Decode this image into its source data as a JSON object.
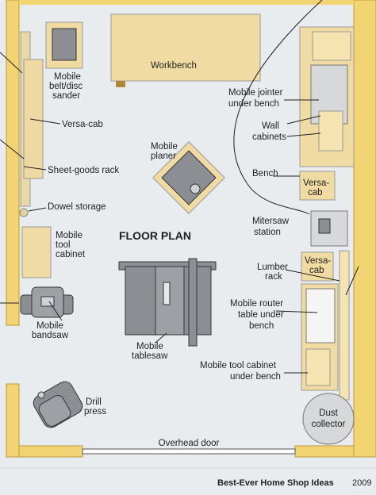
{
  "title": "FLOOR PLAN",
  "footer": {
    "book": "Best-Ever Home Shop Ideas",
    "page": "2009"
  },
  "labels": {
    "workbench": "Workbench",
    "sander_1": "Mobile",
    "sander_2": "belt/disc",
    "sander_3": "sander",
    "versacab_left": "Versa-cab",
    "sheet_goods": "Sheet-goods rack",
    "planer_1": "Mobile",
    "planer_2": "planer",
    "dowel": "Dowel storage",
    "tool_cab_1": "Mobile",
    "tool_cab_2": "tool",
    "tool_cab_3": "cabinet",
    "bandsaw_1": "Mobile",
    "bandsaw_2": "bandsaw",
    "tablesaw_1": "Mobile",
    "tablesaw_2": "tablesaw",
    "drill_1": "Drill",
    "drill_2": "press",
    "overhead_door": "Overhead door",
    "jointer_1": "Mobile jointer",
    "jointer_2": "under bench",
    "wall_cab_1": "Wall",
    "wall_cab_2": "cabinets",
    "bench": "Bench",
    "versacab_r1_1": "Versa-",
    "versacab_r1_2": "cab",
    "mitersaw_1": "Mitersaw",
    "mitersaw_2": "station",
    "lumber_1": "Lumber",
    "lumber_2": "rack",
    "versacab_r2_1": "Versa-",
    "versacab_r2_2": "cab",
    "router_1": "Mobile router",
    "router_2": "table under",
    "router_3": "bench",
    "toolcab_bench_1": "Mobile tool cabinet",
    "toolcab_bench_2": "under bench",
    "dust_1": "Dust",
    "dust_2": "collector"
  },
  "colors": {
    "wall": "#f3d472",
    "bench": "#f0dca2",
    "machine": "#8b8f94",
    "floor": "#e9ecef",
    "line": "#1f1f1f"
  }
}
